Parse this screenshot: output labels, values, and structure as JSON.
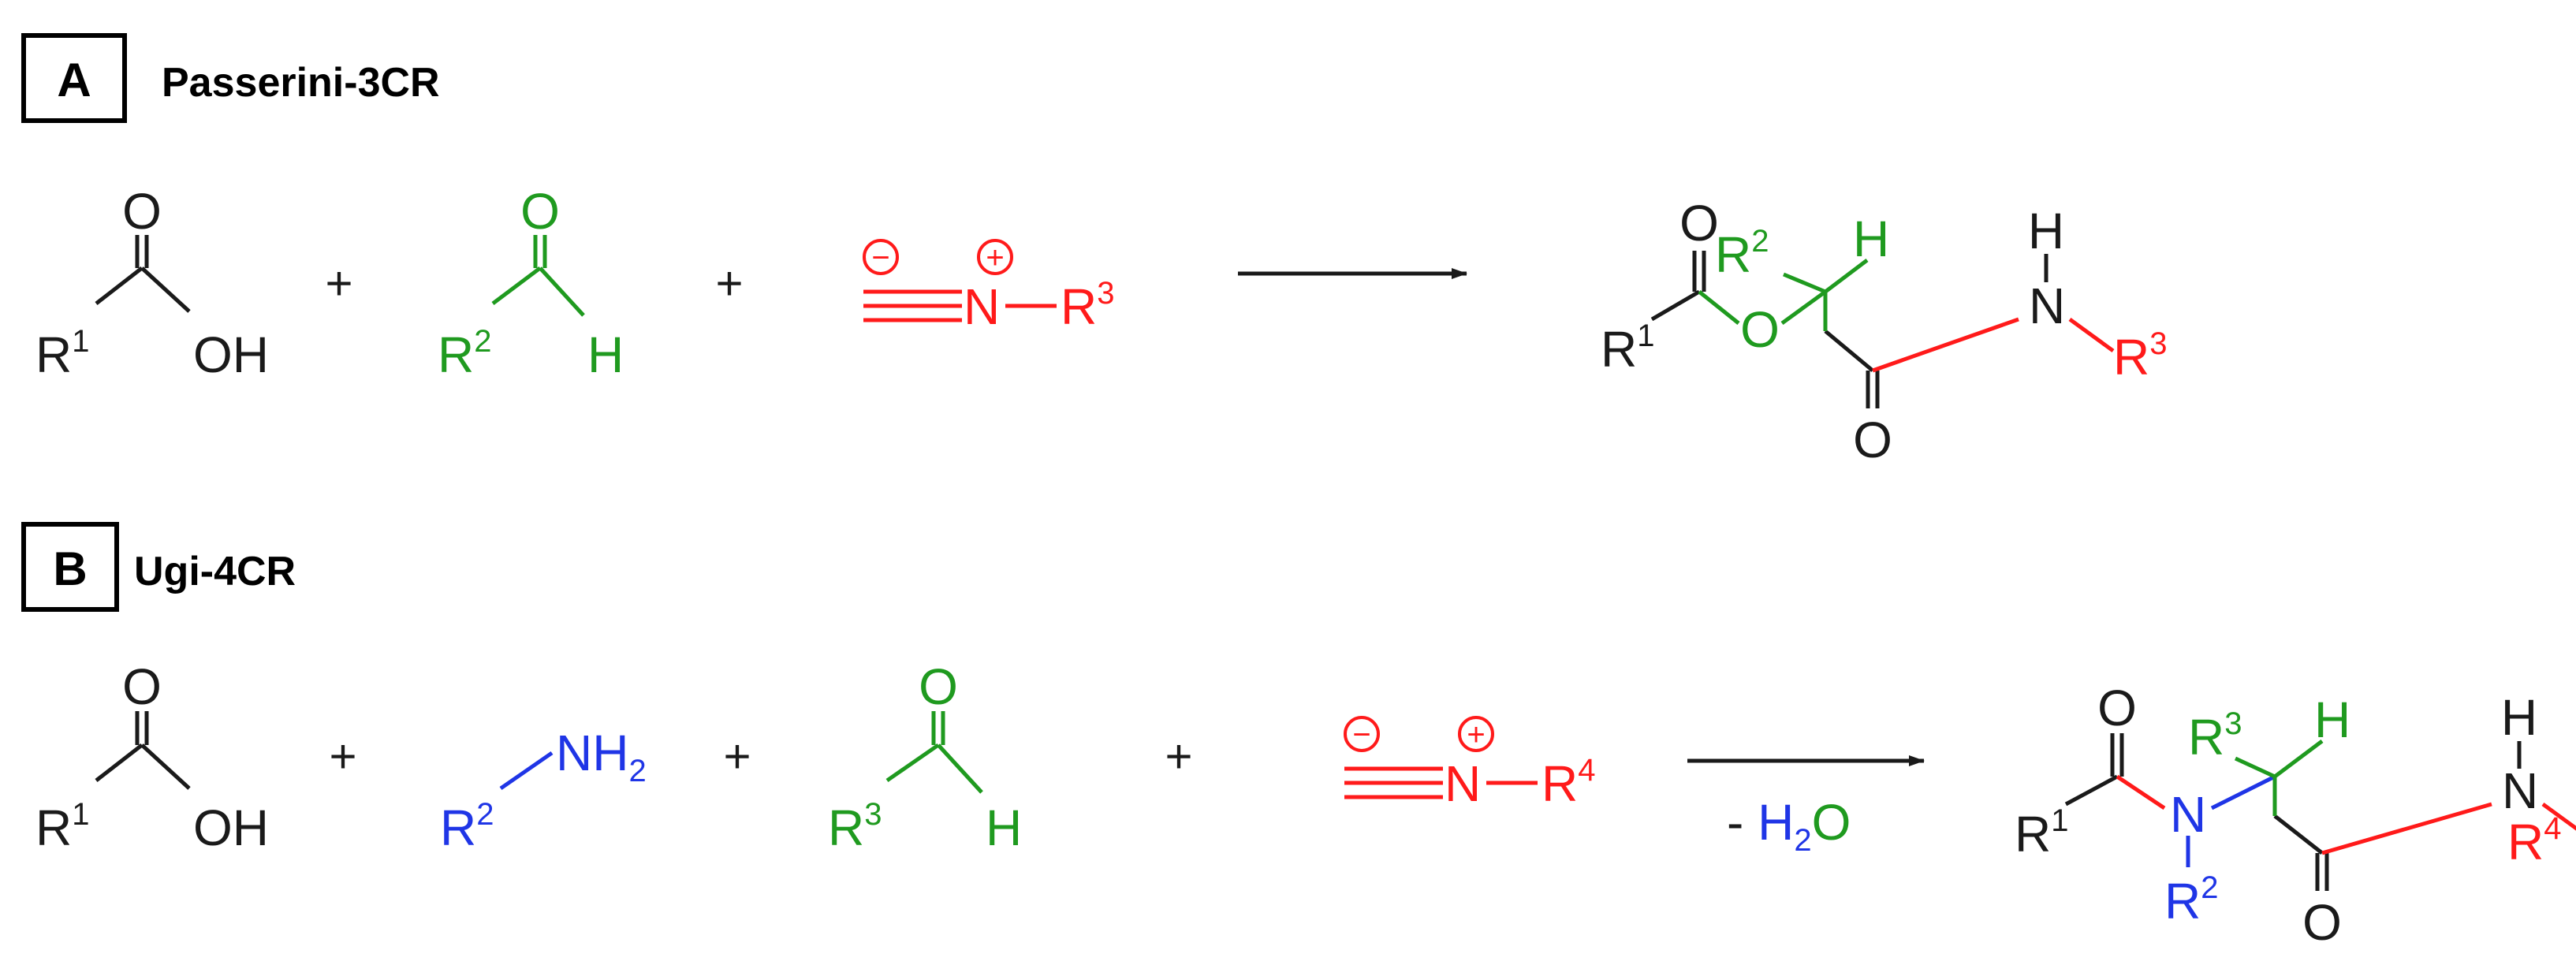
{
  "colors": {
    "black": "#1a1a1a",
    "green": "#1f9a1f",
    "red": "#ff1a1a",
    "blue": "#1f35e6"
  },
  "panelA": {
    "letter": "A",
    "title": "Passerini-3CR",
    "plus": "+",
    "acid": {
      "R": "R",
      "R_sup": "1",
      "O": "O",
      "OH": "OH"
    },
    "aldehyde": {
      "R": "R",
      "R_sup": "2",
      "O": "O",
      "H": "H"
    },
    "isocyanide": {
      "minus": "−",
      "plus": "+",
      "N": "N",
      "R": "R",
      "R_sup": "3"
    },
    "product": {
      "R1": "R",
      "R1_sup": "1",
      "O_carbonyl": "O",
      "O_ester": "O",
      "R2": "R",
      "R2_sup": "2",
      "H_alpha": "H",
      "O_amide": "O",
      "N": "N",
      "H_N": "H",
      "R3": "R",
      "R3_sup": "3"
    }
  },
  "panelB": {
    "letter": "B",
    "title": "Ugi-4CR",
    "plus": "+",
    "acid": {
      "R": "R",
      "R_sup": "1",
      "O": "O",
      "OH": "OH"
    },
    "amine": {
      "R": "R",
      "R_sup": "2",
      "NH": "NH",
      "NH_sub": "2"
    },
    "aldehyde": {
      "R": "R",
      "R_sup": "3",
      "O": "O",
      "H": "H"
    },
    "isocyanide": {
      "minus": "−",
      "plus": "+",
      "N": "N",
      "R": "R",
      "R_sup": "4"
    },
    "arrow_label": {
      "minus": "- ",
      "H": "H",
      "H_sub": "2",
      "O": "O"
    },
    "product": {
      "R1": "R",
      "R1_sup": "1",
      "O_carbonyl": "O",
      "N_amide": "N",
      "R2": "R",
      "R2_sup": "2",
      "R3": "R",
      "R3_sup": "3",
      "H_alpha": "H",
      "O_amide": "O",
      "N": "N",
      "H_N": "H",
      "R4": "R",
      "R4_sup": "4"
    }
  }
}
